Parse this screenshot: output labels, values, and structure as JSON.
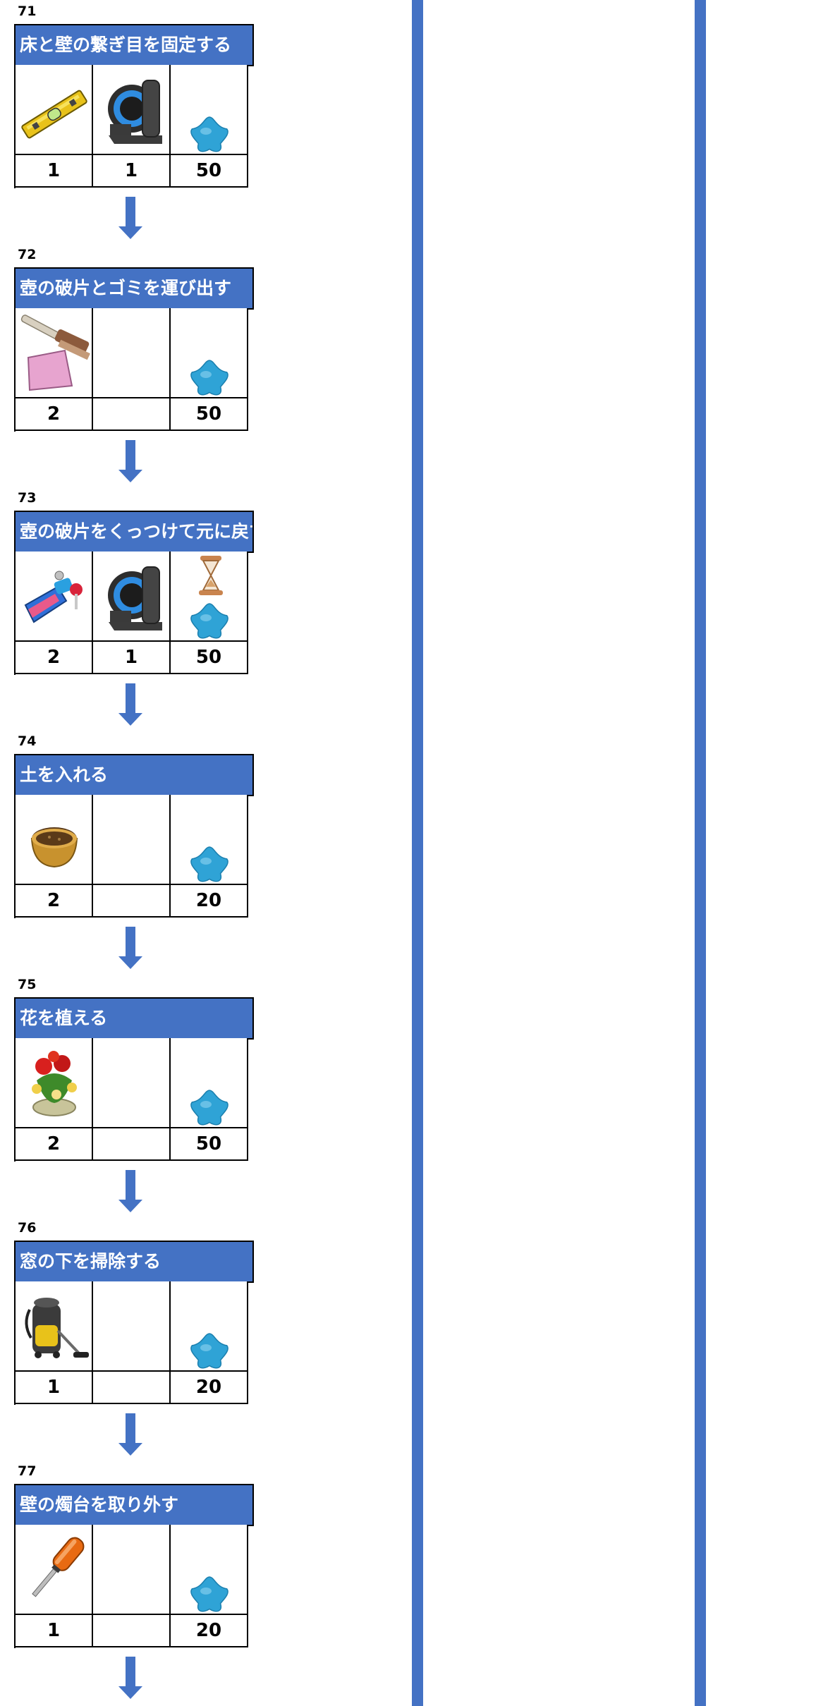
{
  "tasks": [
    {
      "number": "71",
      "title": "床と壁の繋ぎ目を固定する",
      "items": [
        {
          "icon": "spirit-level-icon",
          "qty": "1"
        },
        {
          "icon": "tape-dispenser-icon",
          "qty": "1"
        },
        {
          "icon": "blue-star-icon",
          "qty": "50"
        }
      ]
    },
    {
      "number": "72",
      "title": "壺の破片とゴミを運び出す",
      "items": [
        {
          "icon": "dustpan-brush-icon",
          "qty": "2"
        },
        {
          "icon": "",
          "qty": ""
        },
        {
          "icon": "blue-star-icon",
          "qty": "50"
        }
      ]
    },
    {
      "number": "73",
      "title": "壺の破片をくっつけて元に戻す",
      "items": [
        {
          "icon": "glue-tube-icon",
          "qty": "2"
        },
        {
          "icon": "tape-dispenser-icon",
          "qty": "1"
        },
        {
          "icon": "hourglass-star-icon",
          "qty": "50"
        }
      ]
    },
    {
      "number": "74",
      "title": "土を入れる",
      "items": [
        {
          "icon": "soil-bowl-icon",
          "qty": "2"
        },
        {
          "icon": "",
          "qty": ""
        },
        {
          "icon": "blue-star-icon",
          "qty": "20"
        }
      ]
    },
    {
      "number": "75",
      "title": "花を植える",
      "items": [
        {
          "icon": "flower-pot-icon",
          "qty": "2"
        },
        {
          "icon": "",
          "qty": ""
        },
        {
          "icon": "blue-star-icon",
          "qty": "50"
        }
      ]
    },
    {
      "number": "76",
      "title": "窓の下を掃除する",
      "items": [
        {
          "icon": "vacuum-cleaner-icon",
          "qty": "1"
        },
        {
          "icon": "",
          "qty": ""
        },
        {
          "icon": "blue-star-icon",
          "qty": "20"
        }
      ]
    },
    {
      "number": "77",
      "title": "壁の燭台を取り外す",
      "items": [
        {
          "icon": "screwdriver-icon",
          "qty": "1"
        },
        {
          "icon": "",
          "qty": ""
        },
        {
          "icon": "blue-star-icon",
          "qty": "20"
        }
      ]
    }
  ],
  "colors": {
    "header_bg": "#4472c4",
    "header_text": "#ffffff",
    "arrow": "#4472c4",
    "divider": "#4472c4",
    "star": "#2fa3d6"
  }
}
